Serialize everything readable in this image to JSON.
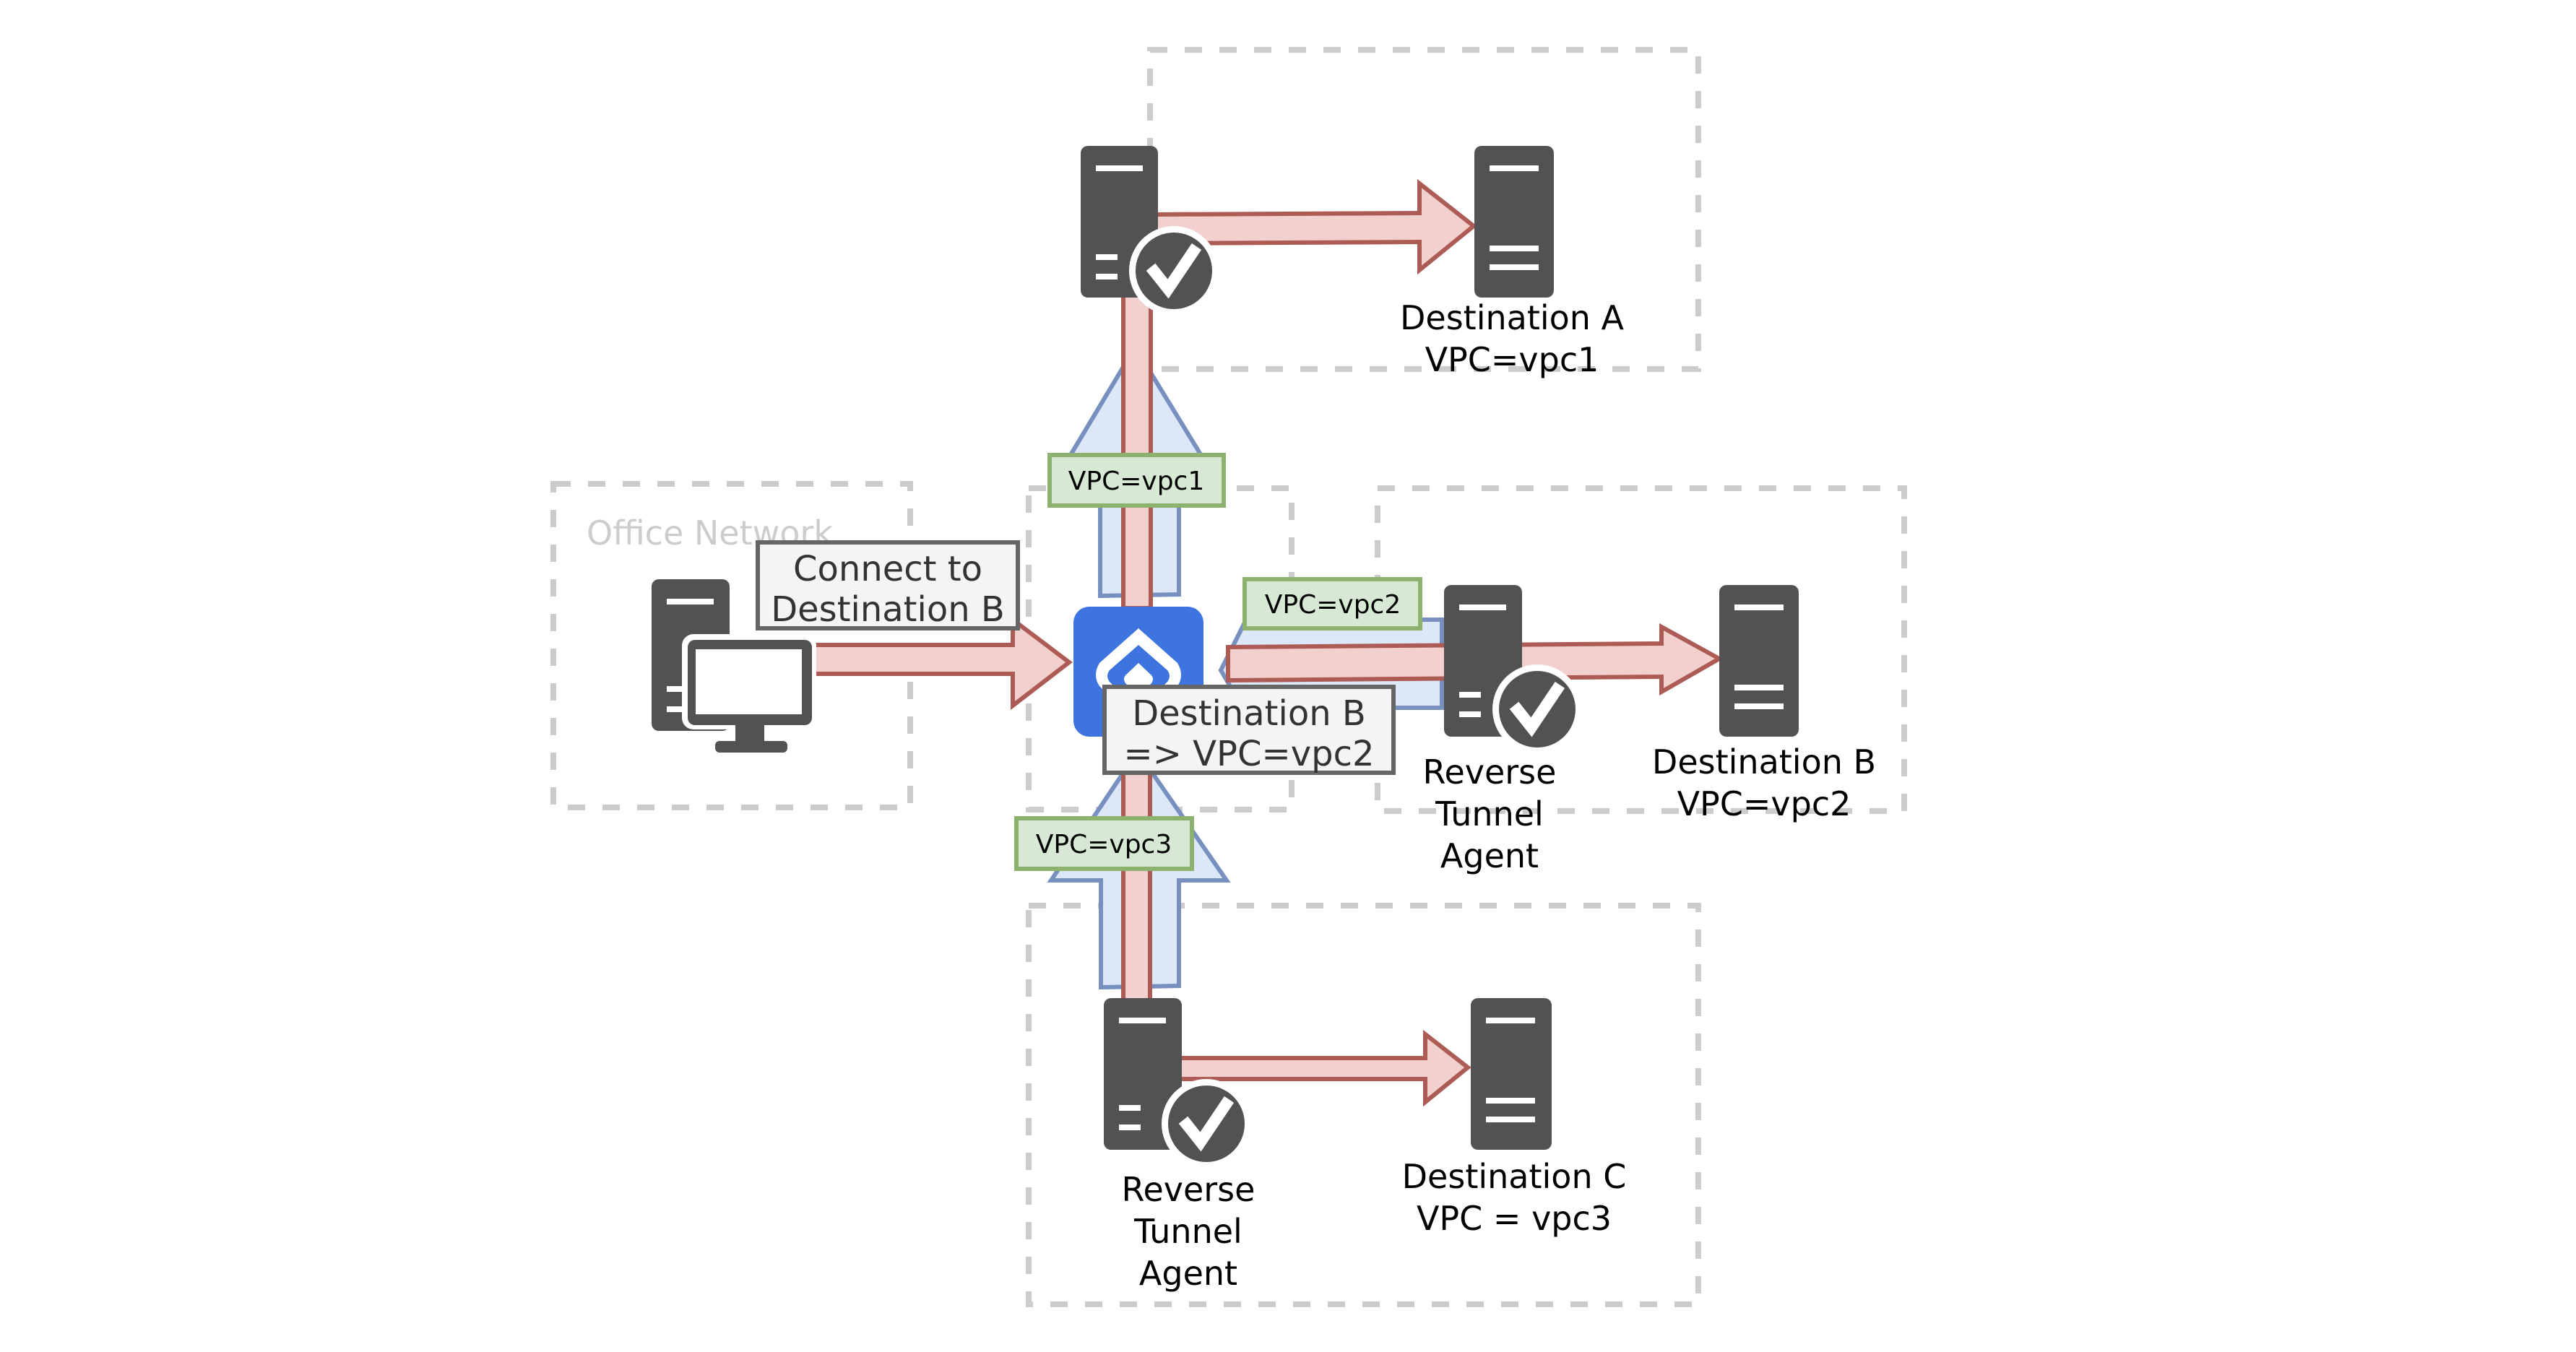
{
  "zones": {
    "office": {
      "label": "Office Network"
    }
  },
  "client": {
    "icon": "desktop-computer-icon"
  },
  "gateway": {
    "icon": "gateway-logo-icon",
    "color": "#3e74e0"
  },
  "notes": {
    "connect": {
      "line1": "Connect to",
      "line2": "Destination B"
    },
    "route": {
      "line1": "Destination B",
      "line2": "=> VPC=vpc2"
    }
  },
  "vpc_tags": {
    "vpc1": "VPC=vpc1",
    "vpc2": "VPC=vpc2",
    "vpc3": "VPC=vpc3"
  },
  "agents": {
    "vpc2": {
      "line1": "Reverse",
      "line2": "Tunnel",
      "line3": "Agent"
    },
    "vpc3": {
      "line1": "Reverse",
      "line2": "Tunnel",
      "line3": "Agent"
    }
  },
  "destinations": {
    "a": {
      "line1": "Destination A",
      "line2": "VPC=vpc1"
    },
    "b": {
      "line1": "Destination B",
      "line2": "VPC=vpc2"
    },
    "c": {
      "line1": "Destination C",
      "line2": "VPC = vpc3"
    }
  },
  "colors": {
    "traffic_arrow": "#f2d0ce",
    "tunnel_arrow": "#dce8f8",
    "vpc_tag": "#d7e8d5",
    "server": "#525252"
  }
}
